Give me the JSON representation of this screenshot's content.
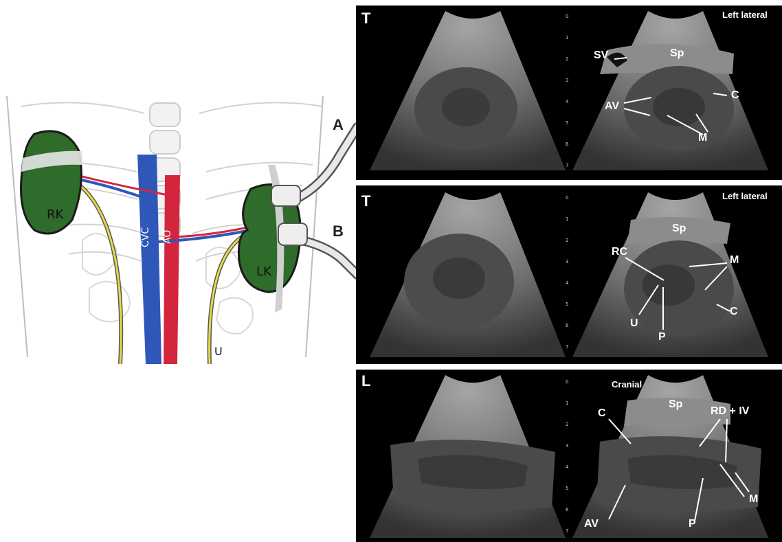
{
  "diagram": {
    "right_kidney": "RK",
    "left_kidney": "LK",
    "caudal_vena_cava": "CVC",
    "aorta": "AO",
    "ureter": "U",
    "probe_a": "A",
    "probe_b": "B"
  },
  "panels": [
    {
      "plane": "T",
      "position": "Left lateral",
      "labels": {
        "sv": "SV",
        "sp": "Sp",
        "av": "AV",
        "c": "C",
        "m": "M"
      }
    },
    {
      "plane": "T",
      "position": "Left lateral",
      "labels": {
        "sp": "Sp",
        "rc": "RC",
        "m": "M",
        "u": "U",
        "p": "P",
        "c": "C"
      }
    },
    {
      "plane": "L",
      "position": "Cranial",
      "labels": {
        "sp": "Sp",
        "c": "C",
        "rd_iv": "RD + IV",
        "av": "AV",
        "p": "P",
        "m": "M"
      }
    }
  ],
  "depth_scale": [
    "0",
    "1",
    "2",
    "3",
    "4",
    "5",
    "6",
    "7"
  ],
  "colors": {
    "kidney": "#2f6b2a",
    "cvc": "#2f57b8",
    "aorta": "#d3263c",
    "ureter": "#e9d84a",
    "background": "#000000"
  }
}
